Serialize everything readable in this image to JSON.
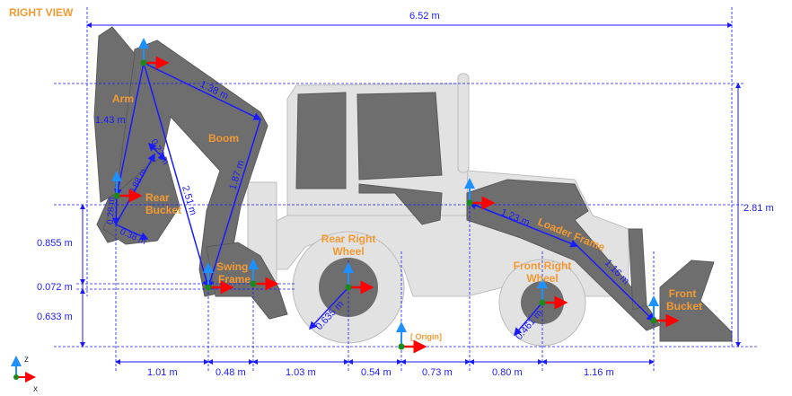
{
  "view_title": "RIGHT VIEW",
  "colors": {
    "dimension": "#1a1aff",
    "label": "#f39a32",
    "x_axis": "#ff0000",
    "z_axis": "#1e90ff",
    "origin_dot": "#1a8a1a"
  },
  "overall": {
    "length": "6.52 m",
    "height": "2.81 m"
  },
  "left_dims": [
    "0.855 m",
    "0.072 m",
    "0.633 m"
  ],
  "bottom_dims": [
    "1.01 m",
    "0.48 m",
    "1.03 m",
    "0.54 m",
    "0.73 m",
    "0.80 m",
    "1.16 m"
  ],
  "link_dims": {
    "arm_boom": "1.38 m",
    "arm": "1.43 m",
    "boom": "1.87 m",
    "boom_diag": "2.51 m",
    "bucket_a": "0.27 m",
    "bucket_b": "0.88 m",
    "bucket_c": "0.28 m",
    "bucket_d": "0.38 m",
    "rear_wheel_radius": "0.635 m",
    "loader_a": "1.23 m",
    "loader_b": "1.16 m",
    "front_wheel_radius": "0.461 m"
  },
  "parts": {
    "arm": "Arm",
    "boom": "Boom",
    "rear_bucket": [
      "Rear",
      "Bucket"
    ],
    "swing_frame": [
      "Swing",
      "Frame"
    ],
    "rear_wheel": [
      "Rear Right",
      "Wheel"
    ],
    "front_wheel": [
      "Front Right",
      "Wheel"
    ],
    "loader_frame": "Loader Frame",
    "front_bucket": [
      "Front",
      "Bucket"
    ],
    "origin": "[ Origin]"
  },
  "axes": {
    "z": "z",
    "x": "x"
  }
}
